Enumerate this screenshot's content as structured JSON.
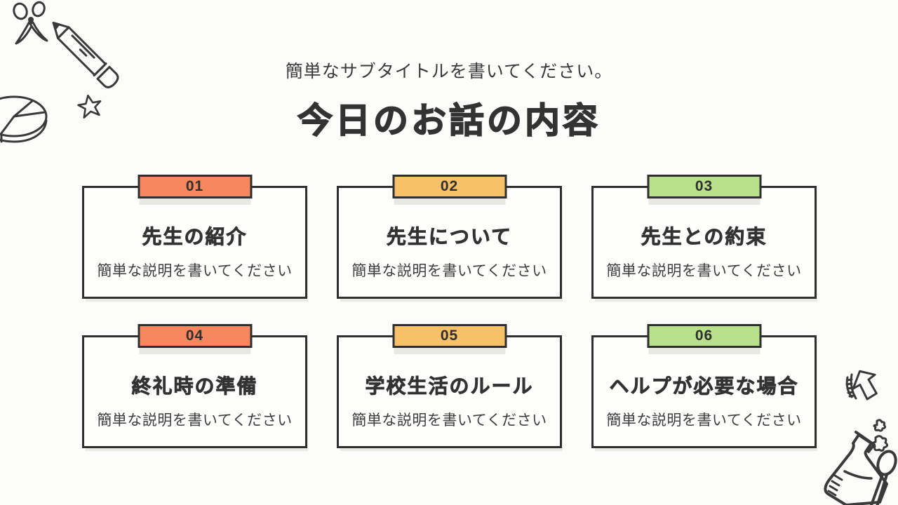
{
  "slide": {
    "subtitle": "簡単なサブタイトルを書いてください。",
    "title": "今日のお話の内容"
  },
  "cards": [
    {
      "number": "01",
      "title": "先生の紹介",
      "description": "簡単な説明を書いてください",
      "color": "#f6875f"
    },
    {
      "number": "02",
      "title": "先生について",
      "description": "簡単な説明を書いてください",
      "color": "#f7c169"
    },
    {
      "number": "03",
      "title": "先生との約束",
      "description": "簡単な説明を書いてください",
      "color": "#b9e18b"
    },
    {
      "number": "04",
      "title": "終礼時の準備",
      "description": "簡単な説明を書いてください",
      "color": "#f6875f"
    },
    {
      "number": "05",
      "title": "学校生活のルール",
      "description": "簡単な説明を書いてください",
      "color": "#f7c169"
    },
    {
      "number": "06",
      "title": "ヘルプが必要な場合",
      "description": "簡単な説明を書いてください",
      "color": "#b9e18b"
    }
  ],
  "decorations": [
    "scissors-doodle",
    "pencil-doodle",
    "pie-chart-doodle",
    "star-doodle",
    "arrow-doodle",
    "sparkle-puffs-doodle",
    "flask-and-swab-doodle"
  ],
  "colors": {
    "background": "#fcfcfa",
    "card_background": "#fefefd",
    "ink": "#2f2f2f",
    "accent_salmon": "#f6875f",
    "accent_amber": "#f7c169",
    "accent_green": "#b9e18b",
    "shadow": "#e8e8e3"
  }
}
